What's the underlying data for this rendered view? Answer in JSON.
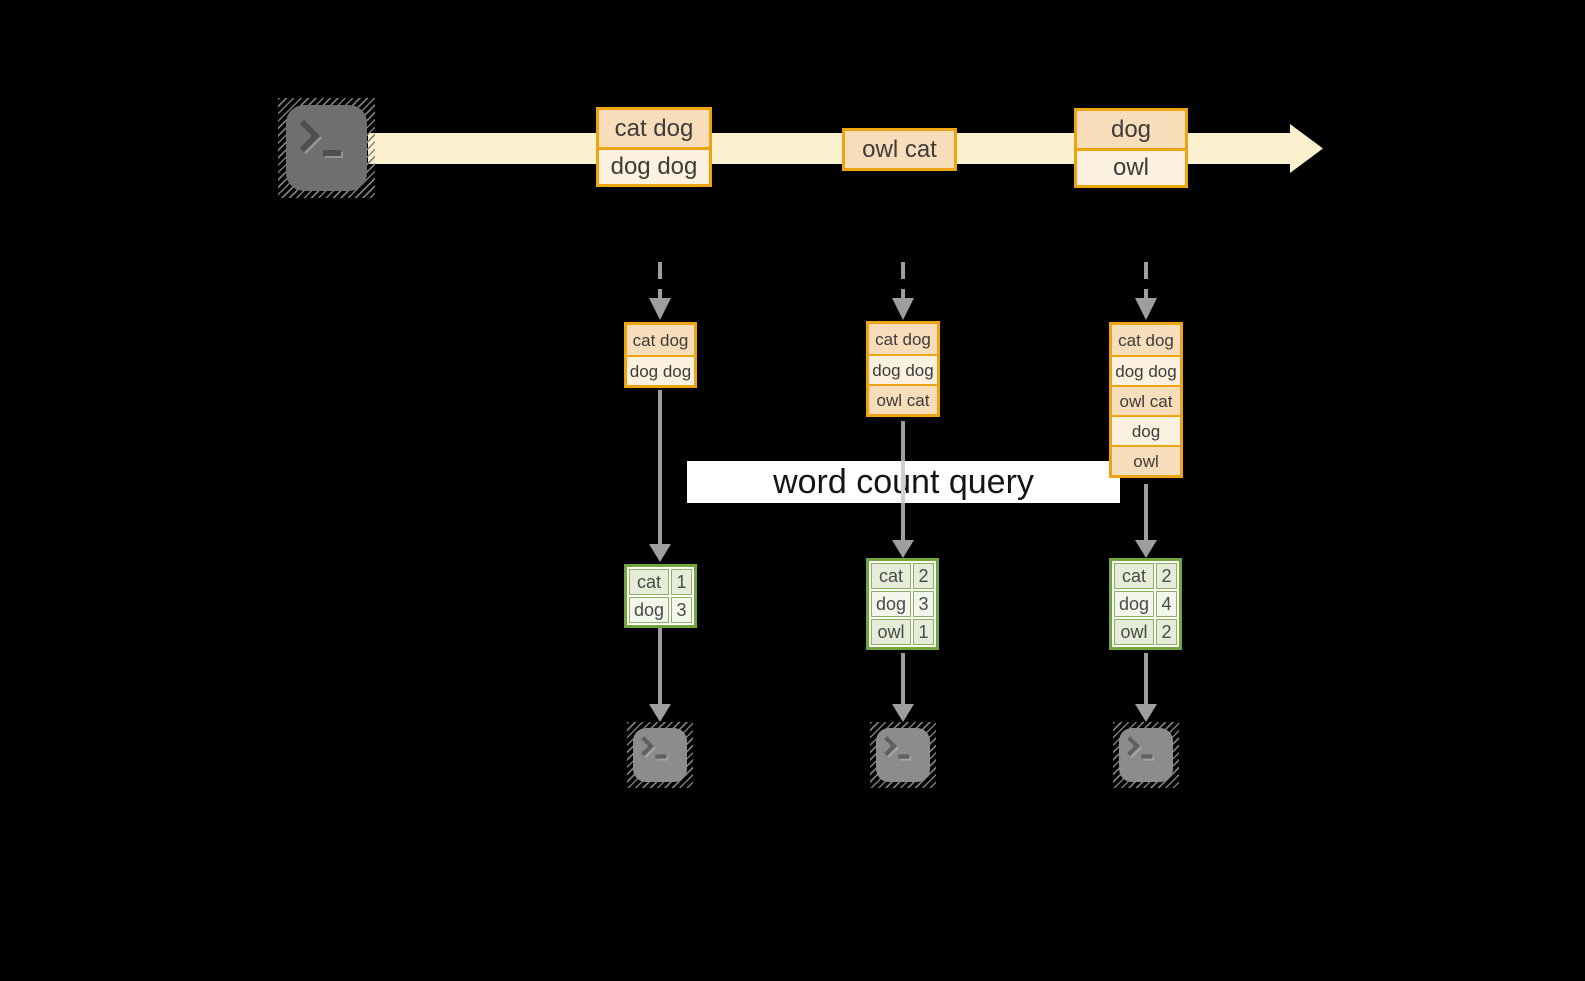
{
  "query_label": "word count query",
  "stream_events": [
    {
      "rows": [
        "cat dog",
        "dog dog"
      ]
    },
    {
      "rows": [
        "owl cat"
      ]
    },
    {
      "rows": [
        "dog",
        "owl"
      ]
    }
  ],
  "pipelines": [
    {
      "buffer": [
        "cat dog",
        "dog dog"
      ],
      "counts": [
        {
          "word": "cat",
          "count": "1"
        },
        {
          "word": "dog",
          "count": "3"
        }
      ]
    },
    {
      "buffer": [
        "cat dog",
        "dog dog",
        "owl cat"
      ],
      "counts": [
        {
          "word": "cat",
          "count": "2"
        },
        {
          "word": "dog",
          "count": "3"
        },
        {
          "word": "owl",
          "count": "1"
        }
      ]
    },
    {
      "buffer": [
        "cat dog",
        "dog dog",
        "owl cat",
        "dog",
        "owl"
      ],
      "counts": [
        {
          "word": "cat",
          "count": "2"
        },
        {
          "word": "dog",
          "count": "4"
        },
        {
          "word": "owl",
          "count": "2"
        }
      ]
    }
  ],
  "colors": {
    "background": "#000000",
    "stream_band": "#fbf1ce",
    "event_border": "#eca511",
    "event_row_peach": "#f8ddba",
    "event_row_cream": "#fcf1df",
    "table_border": "#72a53c",
    "table_cell_dark": "#e5edd8",
    "table_cell_light": "#f2f6eb",
    "arrow": "#9e9e9e",
    "terminal_source": "#6f6f6f",
    "terminal_sink": "#8c8c8c",
    "query_label_bg": "#ffffff"
  }
}
